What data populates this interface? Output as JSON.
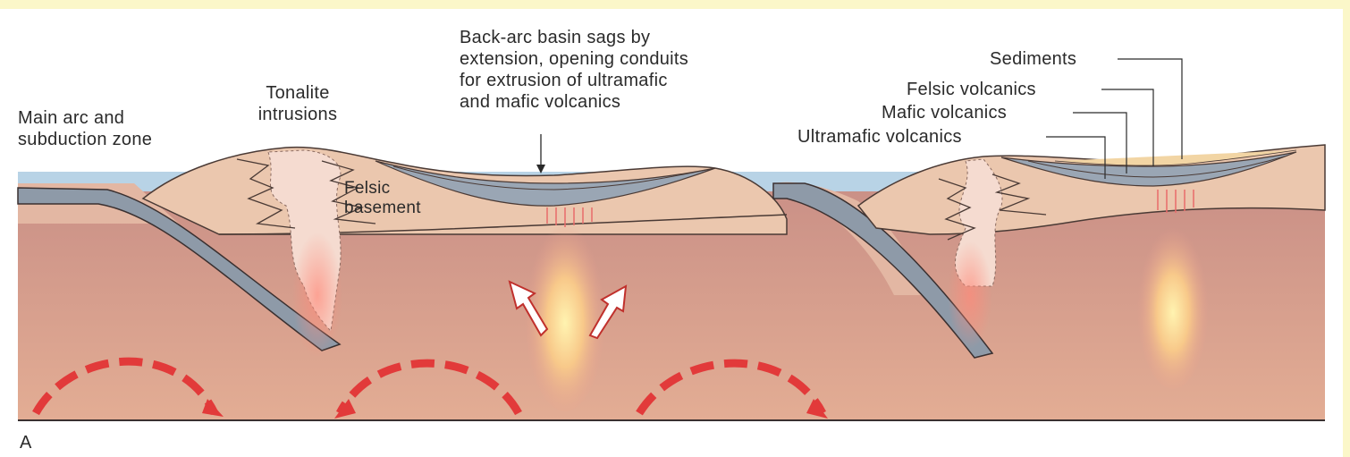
{
  "labels": {
    "main_arc_line1": "Main arc and",
    "main_arc_line2": "subduction zone",
    "tonalite_line1": "Tonalite",
    "tonalite_line2": "intrusions",
    "backarc_line1": "Back-arc basin sags by",
    "backarc_line2": "extension, opening conduits",
    "backarc_line3": "for extrusion of ultramafic",
    "backarc_line4": "and mafic volcanics",
    "felsic_line1": "Felsic",
    "felsic_line2": "basement",
    "sediments": "Sediments",
    "felsic_volcanics": "Felsic volcanics",
    "mafic_volcanics": "Mafic volcanics",
    "ultramafic_volcanics": "Ultramafic volcanics",
    "panel": "A"
  },
  "colors": {
    "mantle": "#c98f86",
    "mantle_deep": "#d9a392",
    "crust": "#e9c2aa",
    "ocean": "#b8d3e6",
    "slab": "#8e9aa8",
    "tonalite": "#f4d7c8",
    "plume": "#f8e39a",
    "arrow": "#e23a3a",
    "outline": "#3a3030"
  }
}
